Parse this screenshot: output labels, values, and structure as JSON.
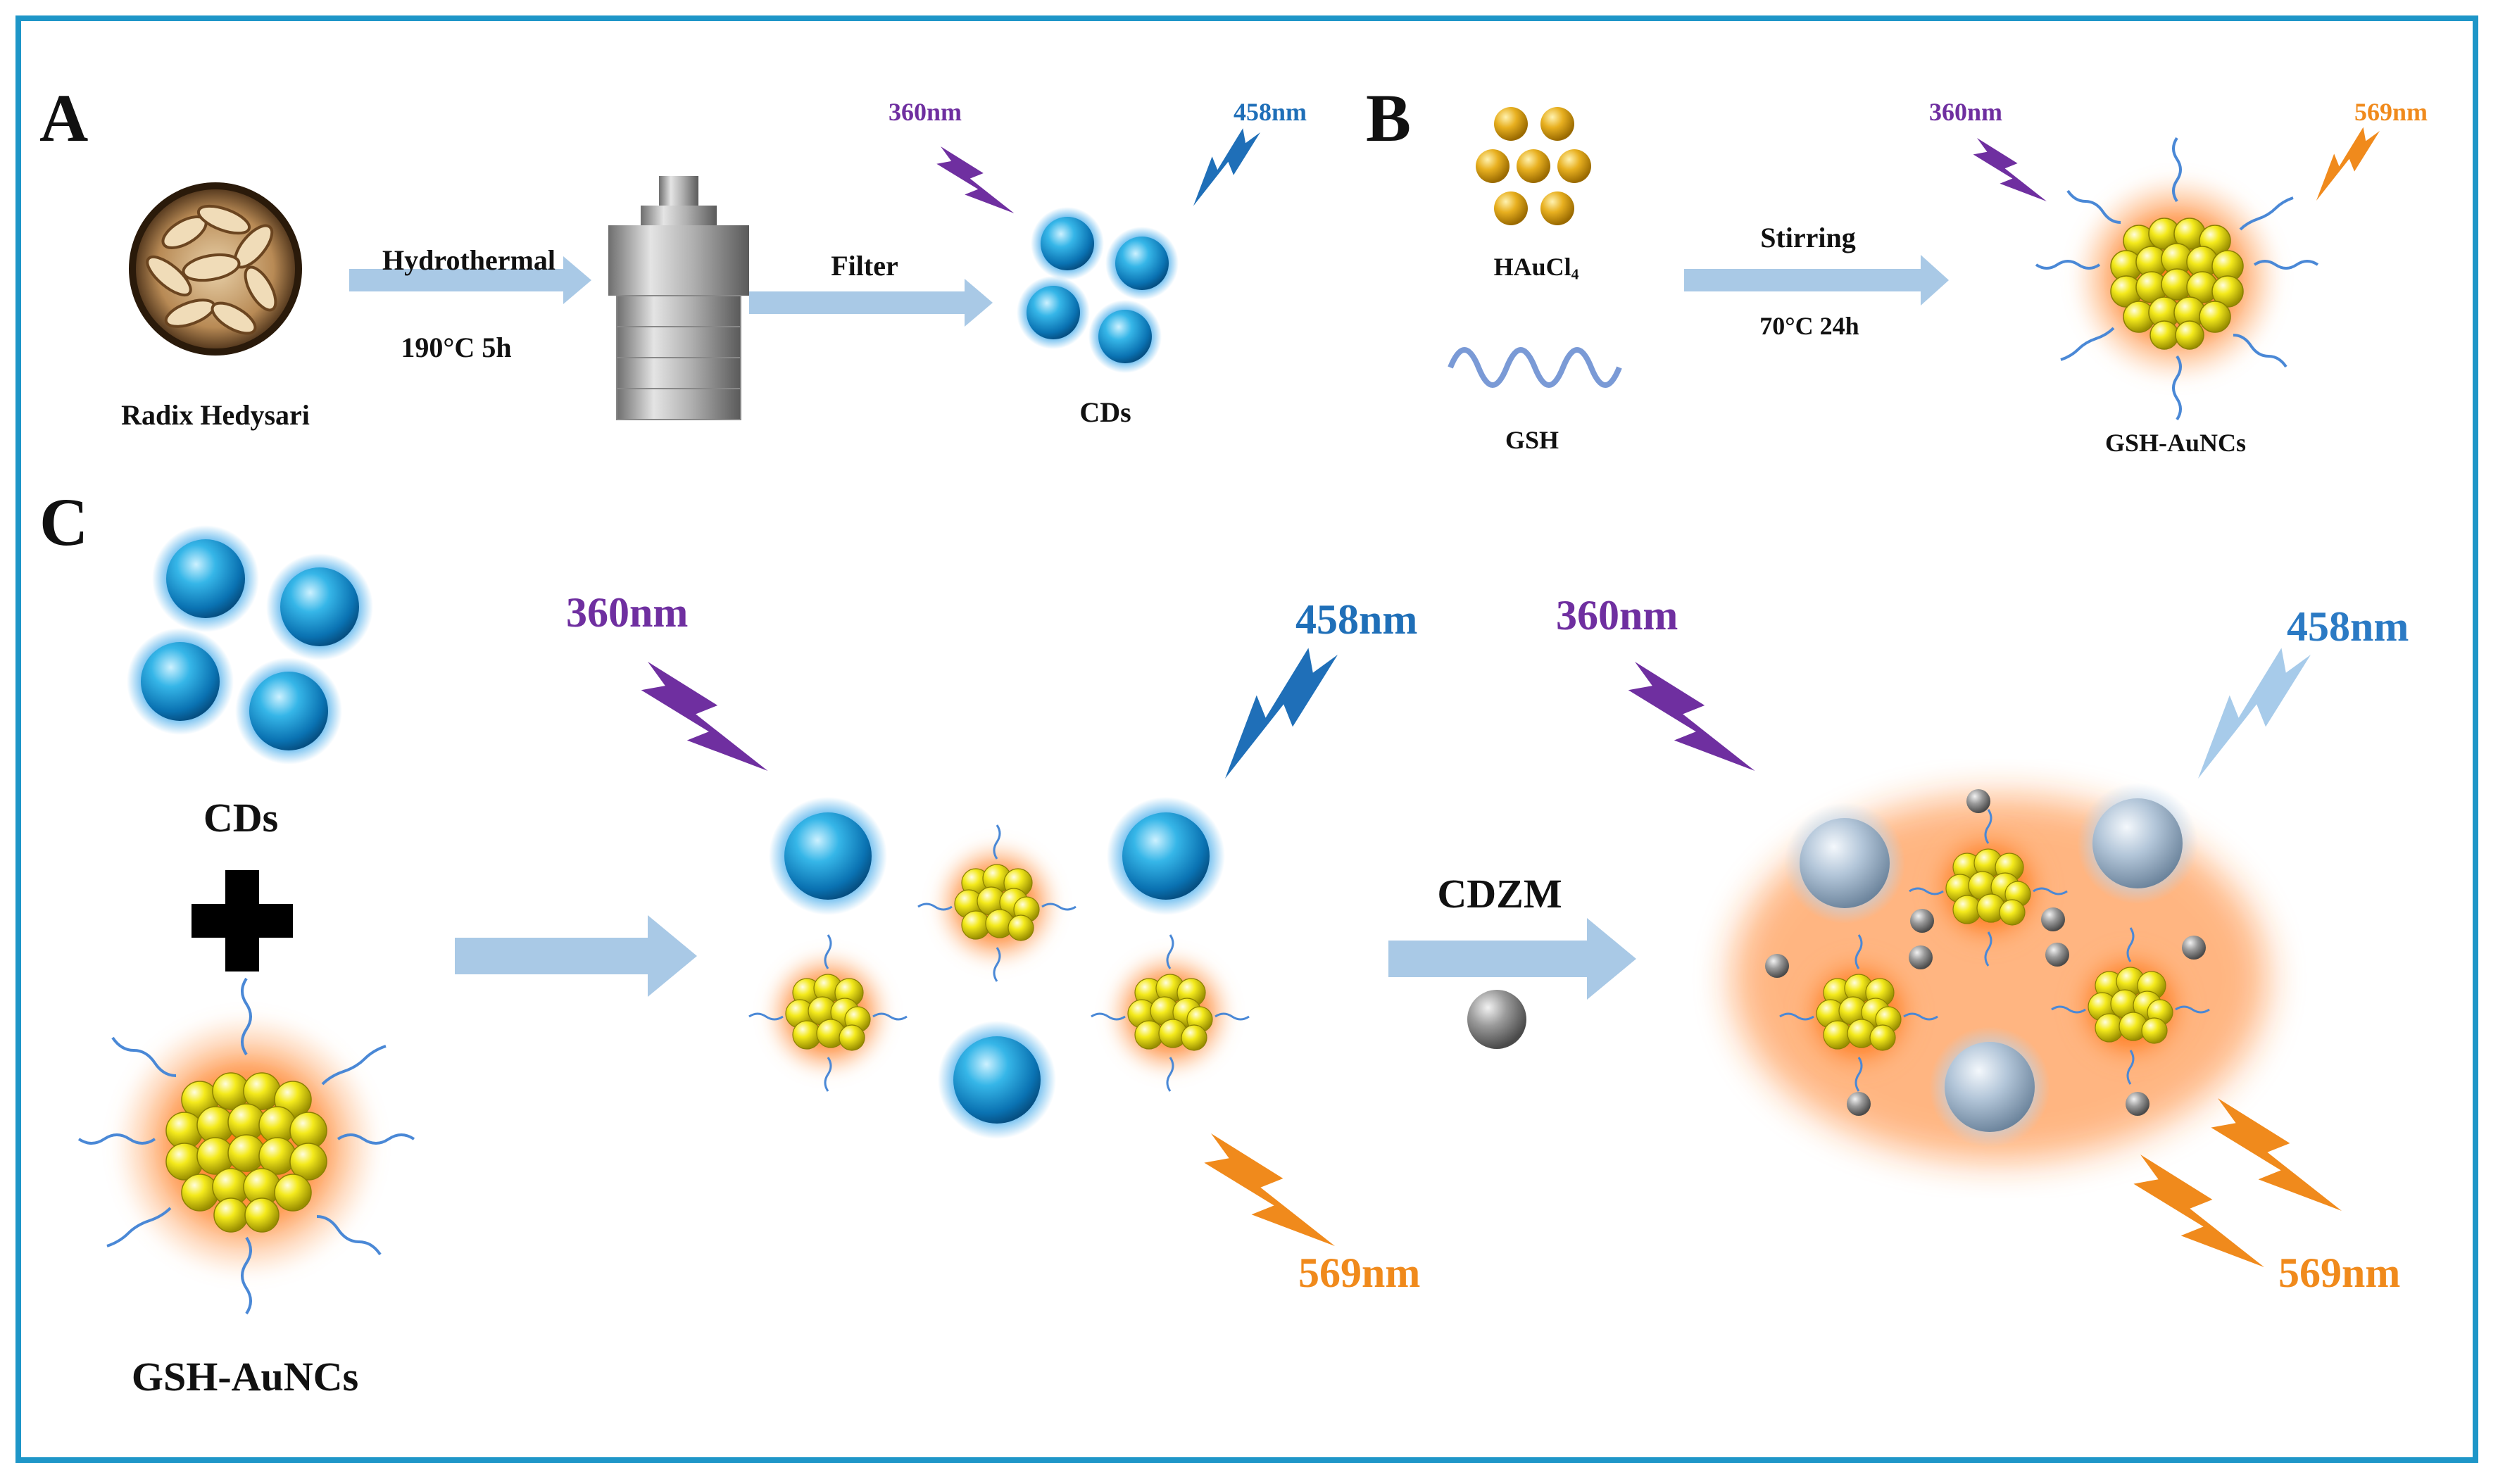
{
  "panels": {
    "a": "A",
    "b": "B",
    "c": "C"
  },
  "panel_a": {
    "source_label": "Radix Hedysari",
    "step1_label": "Hydrothermal",
    "step1_condition": "190°C 5h",
    "step2_label": "Filter",
    "product_label": "CDs",
    "excitation": "360nm",
    "emission": "458nm"
  },
  "panel_b": {
    "reagent1_main": "HAuCl",
    "reagent1_sub": "4",
    "reagent2_label": "GSH",
    "step_label": "Stirring",
    "step_condition": "70°C 24h",
    "product_label": "GSH-AuNCs",
    "excitation": "360nm",
    "emission": "569nm"
  },
  "panel_c": {
    "cds_label": "CDs",
    "auncs_label": "GSH-AuNCs",
    "additive_label": "CDZM",
    "excitation_1": "360nm",
    "emission_blue_1": "458nm",
    "emission_orange_1": "569nm",
    "excitation_2": "360nm",
    "emission_blue_2": "458nm",
    "emission_orange_2": "569nm"
  },
  "colors": {
    "frame": "#1e96c8",
    "excitation_purple": "#6f2fa0",
    "emission_blue": "#1f6fb8",
    "emission_blue_faded": "#9cc4e6",
    "emission_orange": "#f08a1c",
    "arrow": "#a9c9e6",
    "cd_blue": "#1aa3dc",
    "aunc_yellow": "#f2e61a",
    "aunc_glow": "#ff7a1a",
    "gold_salt": "#e0a818",
    "gsh_strand": "#6b8fd6",
    "cdzm_gray": "#8a8a8a"
  },
  "icons": {
    "plus": "plus-icon",
    "excitation": "lightning-icon",
    "emission": "lightning-icon",
    "reactor": "hydrothermal-reactor-icon",
    "herb": "herb-slices-photo"
  }
}
